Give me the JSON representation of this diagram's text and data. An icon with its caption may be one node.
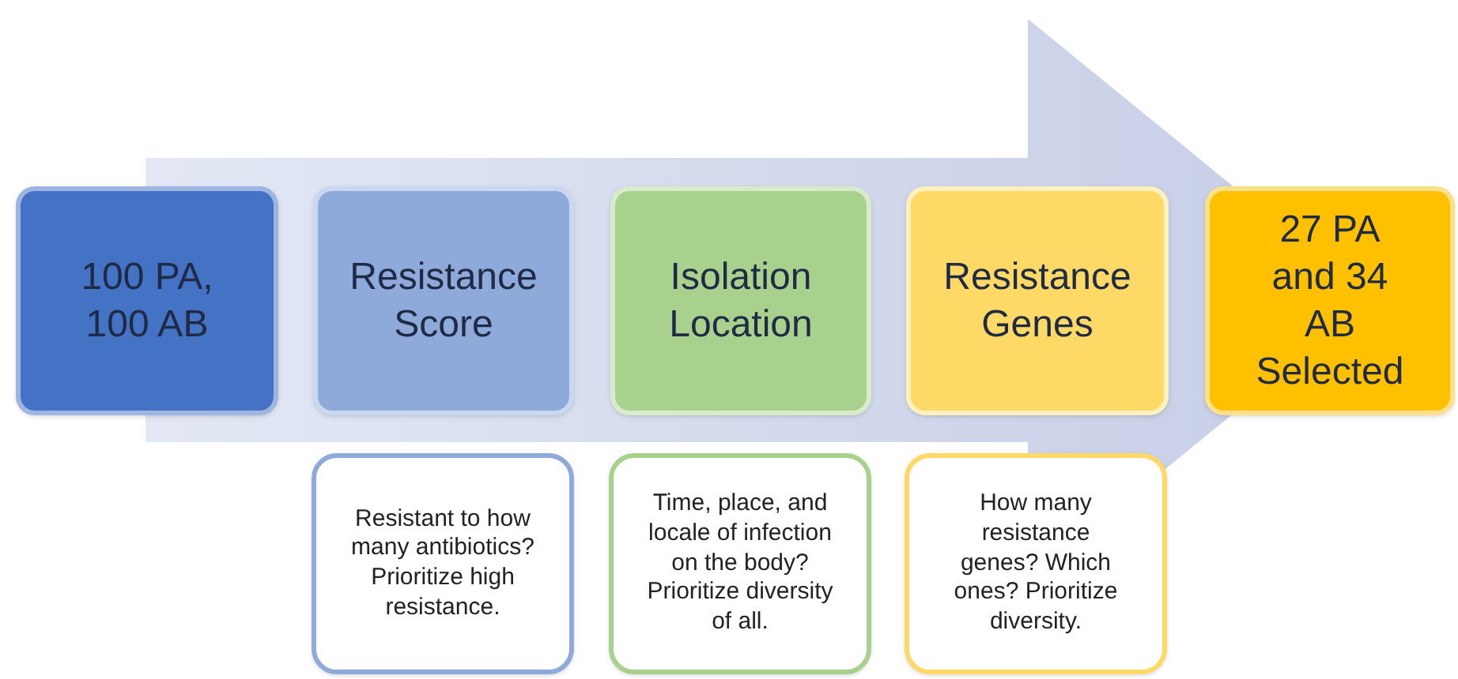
{
  "diagram": {
    "nodes": [
      {
        "text": [
          "100 PA, 100 AB"
        ]
      },
      {
        "text": [
          "Resistance Score"
        ]
      },
      {
        "text": [
          "Isolation Location"
        ]
      },
      {
        "text": [
          "Resistance Genes"
        ]
      },
      {
        "text": [
          "27 PA and 34 AB Selected"
        ]
      },
      {
        "text": [
          "Resistant to how many antibiotics? Prioritize high resistance."
        ]
      },
      {
        "text": [
          "Time, place, and locale of infection on the body? Prioritize diversity of all."
        ]
      },
      {
        "text": [
          "How many resistance genes? Which ones? Prioritize diversity."
        ]
      }
    ],
    "edges": [
      {
        "from": 0,
        "to": 4,
        "arrow": "to",
        "style": "thick"
      }
    ]
  }
}
